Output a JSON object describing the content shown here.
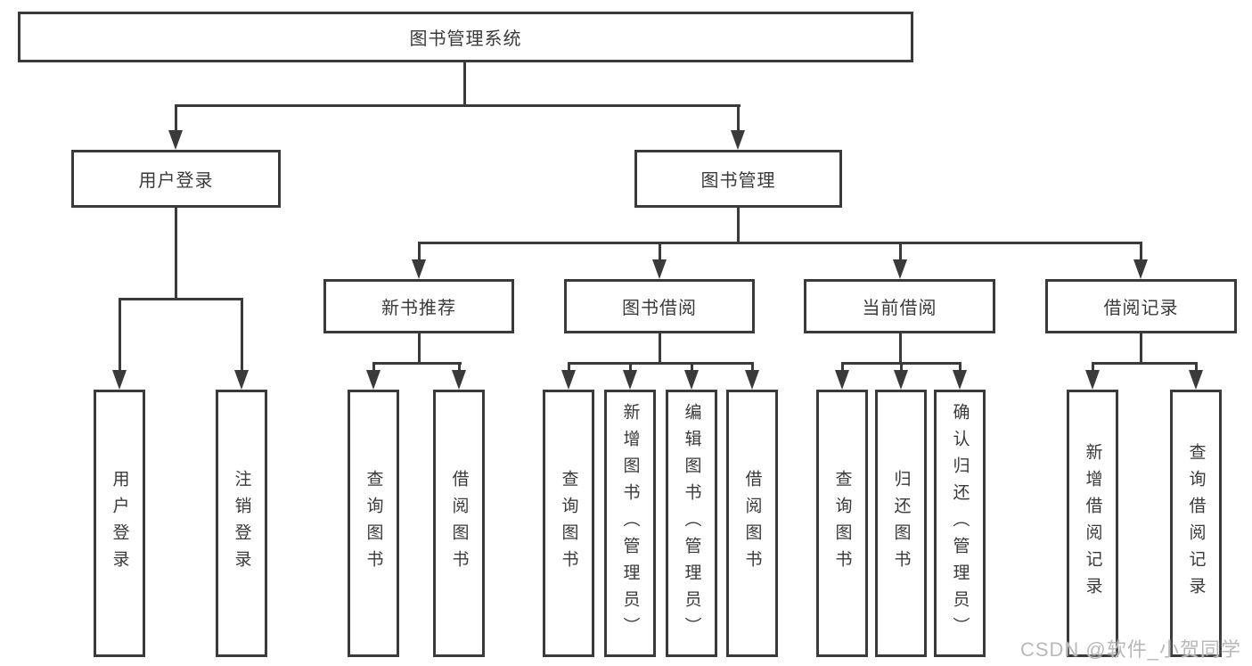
{
  "title": "图书管理系统",
  "tree": {
    "root": {
      "label": "图书管理系统"
    },
    "level2": [
      {
        "label": "用户登录",
        "leaves": [
          "用户登录",
          "注销登录"
        ]
      },
      {
        "label": "图书管理"
      }
    ],
    "level3": [
      {
        "label": "新书推荐",
        "leaves": [
          "查询图书",
          "借阅图书"
        ]
      },
      {
        "label": "图书借阅",
        "leaves": [
          "查询图书",
          "新增图书（管理员）",
          "编辑图书（管理员）",
          "借阅图书"
        ]
      },
      {
        "label": "当前借阅",
        "leaves": [
          "查询图书",
          "归还图书",
          "确认归还（管理员）"
        ]
      },
      {
        "label": "借阅记录",
        "leaves": [
          "新增借阅记录",
          "查询借阅记录"
        ]
      }
    ]
  },
  "watermark": {
    "text": "CSDN @软件_小贺同学"
  },
  "colors": {
    "line": "#3a3a3a",
    "text": "#3a3a3a",
    "box_fill": "#ffffff",
    "background": "#ffffff",
    "watermark": "#b9b9b9"
  }
}
